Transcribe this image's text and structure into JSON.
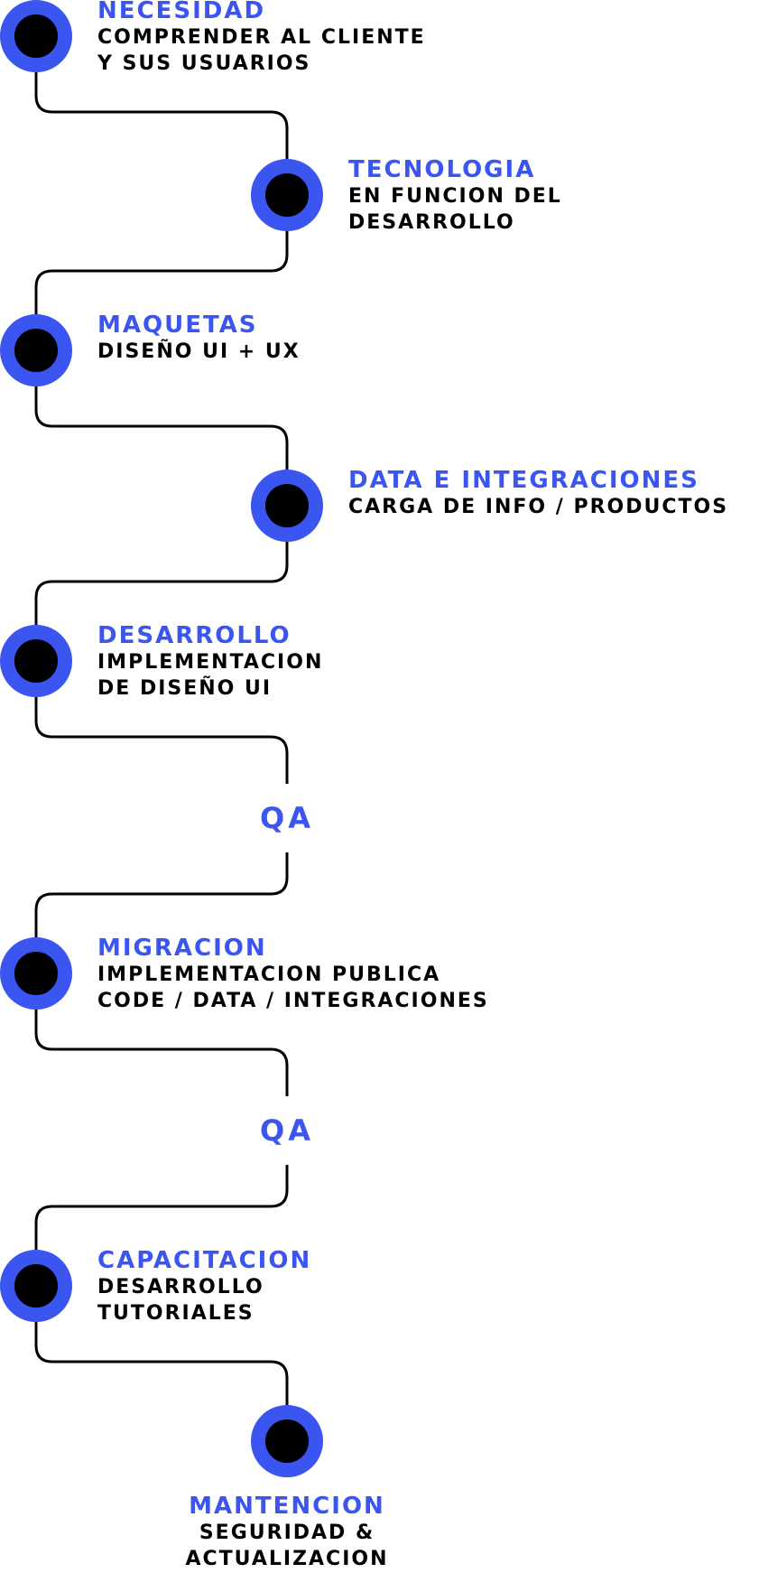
{
  "colors": {
    "accent": "#3b55f0",
    "dot": "#000000",
    "text": "#000000",
    "line": "#000000"
  },
  "steps": [
    {
      "kind": "node",
      "title": "NECESIDAD",
      "lines": [
        "COMPRENDER AL CLIENTE",
        "Y SUS USUARIOS"
      ]
    },
    {
      "kind": "node",
      "title": "TECNOLOGIA",
      "lines": [
        "EN FUNCION DEL",
        "DESARROLLO"
      ]
    },
    {
      "kind": "node",
      "title": "MAQUETAS",
      "lines": [
        "DISEÑO UI + UX"
      ]
    },
    {
      "kind": "node",
      "title": "DATA E INTEGRACIONES",
      "lines": [
        "CARGA DE INFO / PRODUCTOS"
      ]
    },
    {
      "kind": "node",
      "title": "DESARROLLO",
      "lines": [
        "IMPLEMENTACION",
        "DE DISEÑO UI"
      ]
    },
    {
      "kind": "qa",
      "title": "QA",
      "lines": []
    },
    {
      "kind": "node",
      "title": "MIGRACION",
      "lines": [
        "IMPLEMENTACION PUBLICA",
        "CODE / DATA / INTEGRACIONES"
      ]
    },
    {
      "kind": "qa",
      "title": "QA",
      "lines": []
    },
    {
      "kind": "node",
      "title": "CAPACITACION",
      "lines": [
        "DESARROLLO",
        "TUTORIALES"
      ]
    },
    {
      "kind": "node",
      "title": "MANTENCION",
      "lines": [
        "SEGURIDAD &",
        "ACTUALIZACION"
      ]
    }
  ]
}
